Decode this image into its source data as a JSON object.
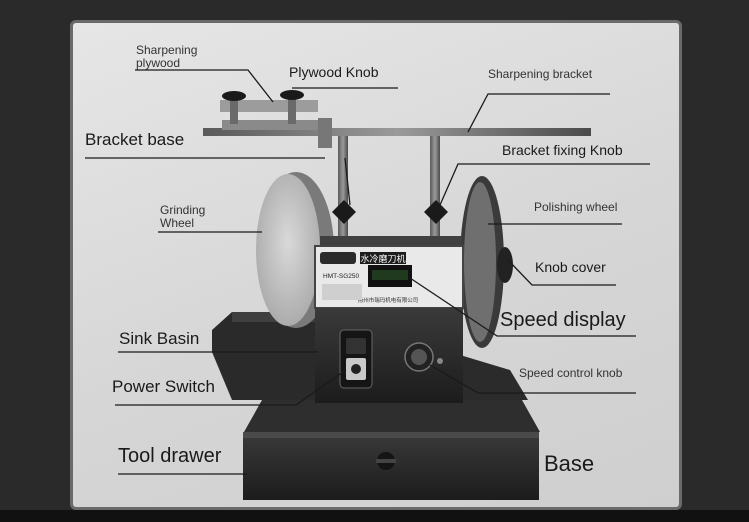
{
  "labels": {
    "sharpening_plywood": "Sharpening\nplywood",
    "plywood_knob": "Plywood Knob",
    "sharpening_bracket": "Sharpening bracket",
    "bracket_base": "Bracket base",
    "bracket_fixing_knob": "Bracket fixing Knob",
    "grinding_wheel": "Grinding\nWheel",
    "polishing_wheel": "Polishing wheel",
    "knob_cover": "Knob cover",
    "speed_display": "Speed display",
    "sink_basin": "Sink Basin",
    "speed_control_knob": "Speed control knob",
    "power_switch": "Power Switch",
    "tool_drawer": "Tool drawer",
    "base": "Base"
  },
  "machine": {
    "brand_plate": "水冷磨刀机",
    "model": "HMT-SG250",
    "maker": "扬州市瑞玛机电有限公司"
  }
}
